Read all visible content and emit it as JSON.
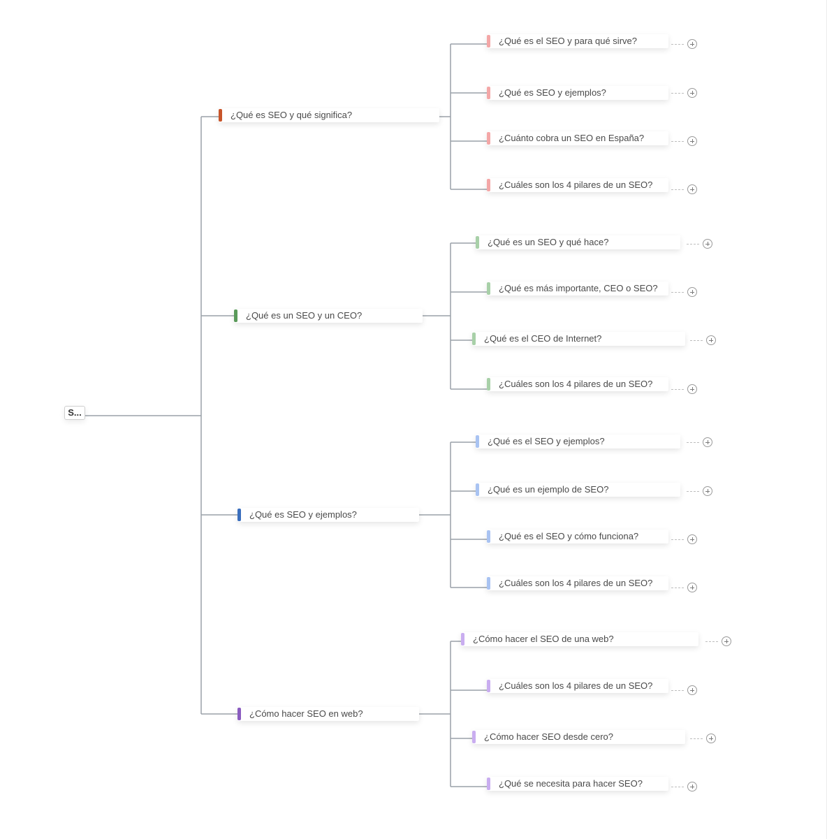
{
  "root": {
    "label": "S..."
  },
  "colors": {
    "line": "#9aa1a8",
    "branch1_main": "#c8552a",
    "branch1_child": "#f4a7a7",
    "branch2_main": "#5a9a5a",
    "branch2_child": "#a8d0a8",
    "branch3_main": "#3a6ebd",
    "branch3_child": "#a9c3f2",
    "branch4_main": "#8a5cc0",
    "branch4_child": "#c9adf0"
  },
  "branches": [
    {
      "label": "¿Qué es SEO y qué significa?",
      "children": [
        "¿Qué es el SEO y para qué sirve?",
        "¿Qué es SEO y ejemplos?",
        "¿Cuánto cobra un SEO en España?",
        "¿Cuáles son los 4 pilares de un SEO?"
      ]
    },
    {
      "label": "¿Qué es un SEO y un CEO?",
      "children": [
        "¿Qué es un SEO y qué hace?",
        "¿Qué es más importante, CEO o SEO?",
        "¿Qué es el CEO de Internet?",
        "¿Cuáles son los 4 pilares de un SEO?"
      ]
    },
    {
      "label": "¿Qué es SEO y ejemplos?",
      "children": [
        "¿Qué es el SEO y ejemplos?",
        "¿Qué es un ejemplo de SEO?",
        "¿Qué es el SEO y cómo funciona?",
        "¿Cuáles son los 4 pilares de un SEO?"
      ]
    },
    {
      "label": "¿Cómo hacer SEO en web?",
      "children": [
        "¿Cómo hacer el SEO de una web?",
        "¿Cuáles son los 4 pilares de un SEO?",
        "¿Cómo hacer SEO desde cero?",
        "¿Qué se necesita para hacer SEO?"
      ]
    }
  ]
}
